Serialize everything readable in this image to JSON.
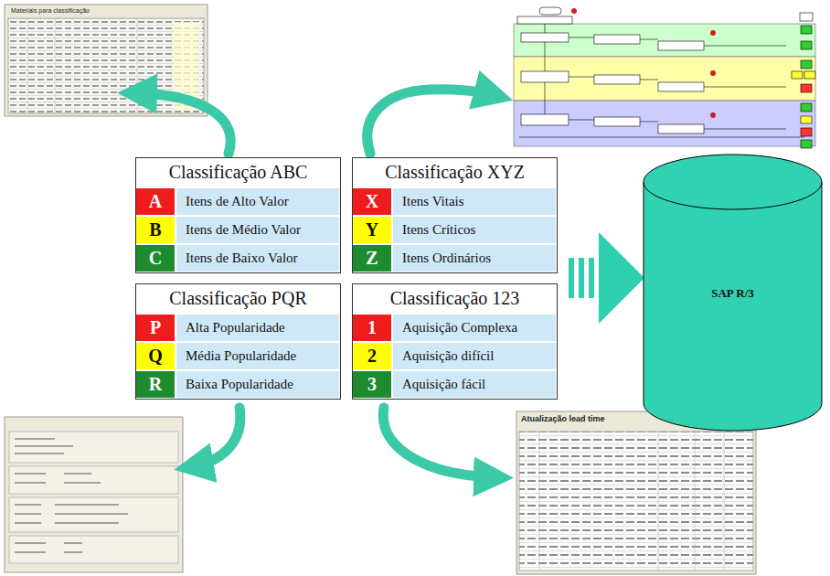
{
  "diagram": {
    "nodes": [
      {
        "text": [
          "Classificação ABC"
        ]
      },
      {
        "text": [
          "A"
        ],
        "in": 0
      },
      {
        "text": [
          "Itens de Alto Valor"
        ],
        "in": 0
      },
      {
        "text": [
          "B"
        ],
        "in": 0
      },
      {
        "text": [
          "Itens de Médio Valor"
        ],
        "in": 0
      },
      {
        "text": [
          "C"
        ],
        "in": 0
      },
      {
        "text": [
          "Itens de Baixo Valor"
        ],
        "in": 0
      },
      {
        "text": [
          "Classificação XYZ"
        ]
      },
      {
        "text": [
          "X"
        ],
        "in": 7
      },
      {
        "text": [
          "Itens Vitais"
        ],
        "in": 7
      },
      {
        "text": [
          "Y"
        ],
        "in": 7
      },
      {
        "text": [
          "Itens Críticos"
        ],
        "in": 7
      },
      {
        "text": [
          "Z"
        ],
        "in": 7
      },
      {
        "text": [
          "Itens Ordinários"
        ],
        "in": 7
      },
      {
        "text": [
          "Classificação PQR"
        ]
      },
      {
        "text": [
          "P"
        ],
        "in": 14
      },
      {
        "text": [
          "Alta Popularidade"
        ],
        "in": 14
      },
      {
        "text": [
          "Q"
        ],
        "in": 14
      },
      {
        "text": [
          "Média Popularidade"
        ],
        "in": 14
      },
      {
        "text": [
          "R"
        ],
        "in": 14
      },
      {
        "text": [
          "Baixa Popularidade"
        ],
        "in": 14
      },
      {
        "text": [
          "Classificação 123"
        ]
      },
      {
        "text": [
          "1"
        ],
        "in": 21
      },
      {
        "text": [
          "Aquisição Complexa"
        ],
        "in": 21
      },
      {
        "text": [
          "2"
        ],
        "in": 21
      },
      {
        "text": [
          "Aquisição difícil"
        ],
        "in": 21
      },
      {
        "text": [
          "3"
        ],
        "in": 21
      },
      {
        "text": [
          "Aquisição fácil"
        ],
        "in": 21
      },
      {
        "text": [
          "SAP R/3"
        ]
      }
    ],
    "edges": [
      {
        "from": 7,
        "to": 28,
        "arrow": "to"
      }
    ],
    "labels": [
      "Materiais para classificação",
      "Atualização lead time"
    ]
  }
}
